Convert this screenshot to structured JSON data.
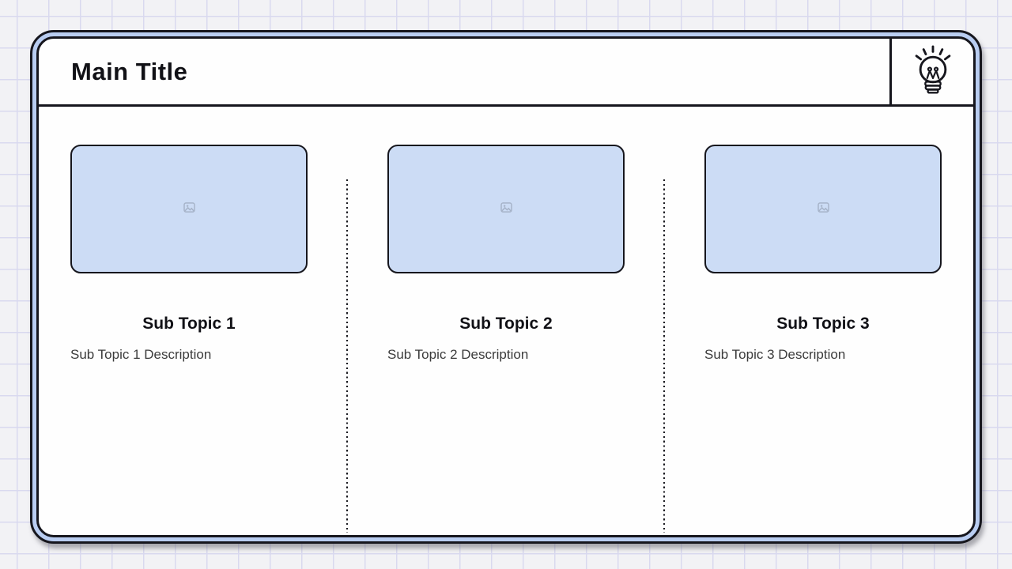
{
  "slide": {
    "main_title": "Main Title",
    "header_icon": "lightbulb",
    "columns": [
      {
        "title": "Sub Topic 1",
        "description": "Sub Topic 1 Description"
      },
      {
        "title": "Sub Topic 2",
        "description": "Sub Topic 2 Description"
      },
      {
        "title": "Sub Topic 3",
        "description": "Sub Topic 3 Description"
      }
    ],
    "colors": {
      "page_background": "#f2f2f5",
      "grid_line": "#d9d9ef",
      "card_band": "#b9cdf1",
      "card_border": "#16161d",
      "placeholder_fill": "#ccdcf5",
      "title_text": "#111116",
      "description_text": "#3b3b3b"
    }
  }
}
